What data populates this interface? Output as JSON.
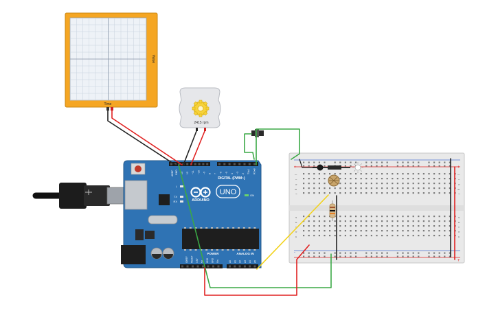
{
  "oscilloscope": {
    "x_label": "Time",
    "y_label": "Value"
  },
  "motor": {
    "speed_readout": "2415 rpm"
  },
  "arduino": {
    "brand": "ARDUINO",
    "model": "UNO",
    "digital_header": "DIGITAL (PWM~)",
    "power_header": "POWER",
    "analog_header": "ANALOG IN",
    "on_led": "ON",
    "tx_led": "TX",
    "rx_led": "RX",
    "l_led": "L",
    "aref": "AREF",
    "gnd_top": "GND",
    "digital_pins": [
      "13",
      "12",
      "~11",
      "~10",
      "~9",
      "8",
      "7",
      "~6",
      "~5",
      "4",
      "~3",
      "2",
      "TX▸1",
      "RX◂0"
    ],
    "power_pins": [
      "IOREF",
      "RESET",
      "3.3V",
      "5V",
      "GND",
      "GND",
      "Vin"
    ],
    "analog_pins": [
      "A0",
      "A1",
      "A2",
      "A3",
      "A4",
      "A5"
    ]
  },
  "breadboard": {
    "plus": "+",
    "minus": "-",
    "row_letters_top": [
      "j",
      "i",
      "h",
      "g",
      "f"
    ],
    "row_letters_bottom": [
      "e",
      "d",
      "c",
      "b",
      "a"
    ]
  },
  "colors": {
    "scope_frame": "#f5a623",
    "board_blue": "#2f73b4",
    "wire_red": "#e02020",
    "wire_black": "#222222",
    "wire_green": "#3aa845",
    "wire_yellow": "#f2d21b"
  }
}
